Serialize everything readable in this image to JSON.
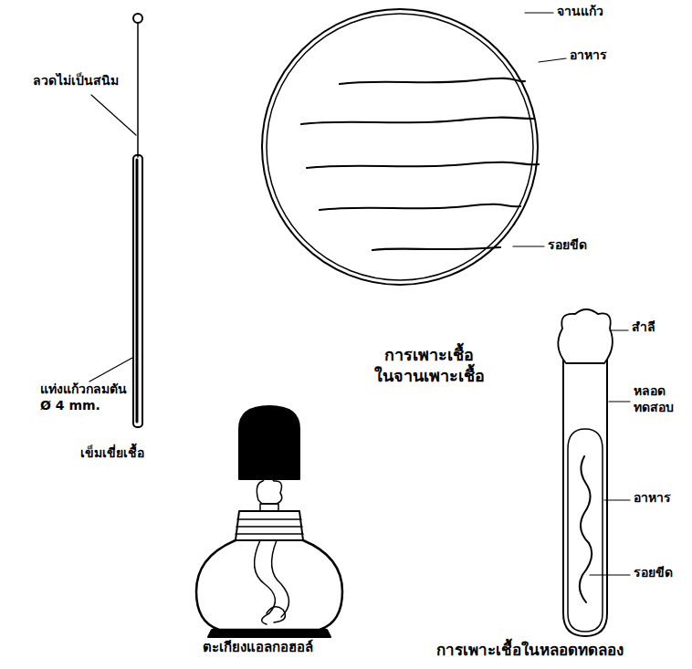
{
  "diagram": {
    "labels": [
      "ลวดไม่เป็นสนิม",
      "จานแก้ว",
      "อาหาร",
      "รอยขีด",
      "แท่งแก้วกลมตัน Ø 4 mm.",
      "เข็มเขี่ยเชื้อ",
      "การเพาะเชื้อ ในจานเพาะเชื้อ",
      "สำลี",
      "หลอด ทดสอบ",
      "อาหาร",
      "รอยขีด",
      "ตะเกียงแอลกอฮอล์",
      "การเพาะเชื้อในหลอดทดลอง"
    ]
  }
}
